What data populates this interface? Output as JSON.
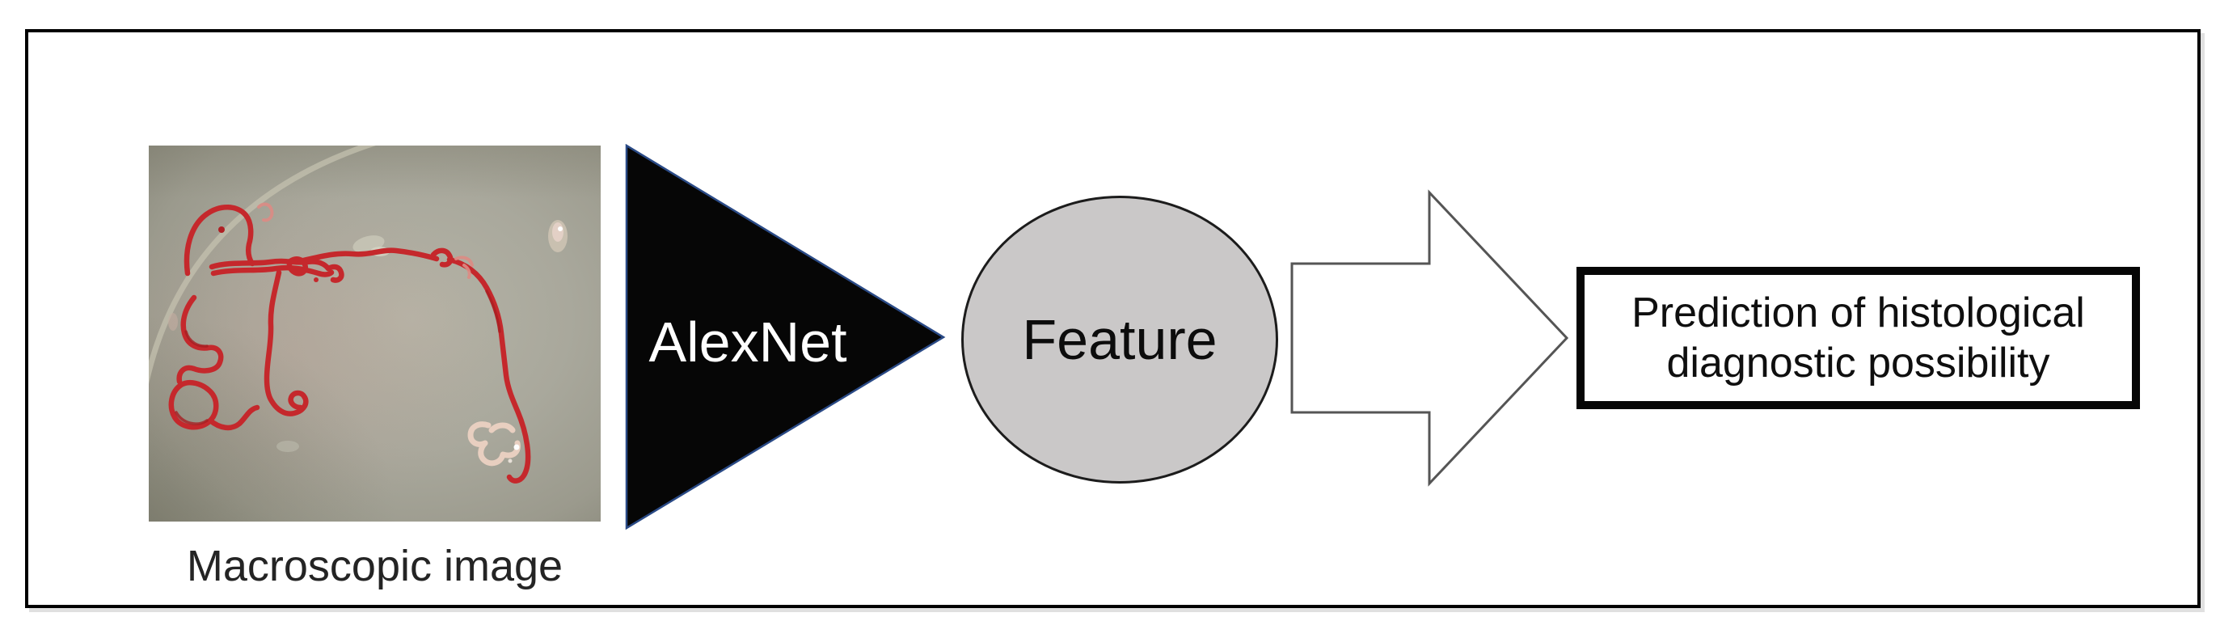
{
  "figure": {
    "caption": "Macroscopic image",
    "nodes": {
      "alexnet": "AlexNet",
      "feature": "Feature",
      "prediction_line1": "Prediction of histological",
      "prediction_line2": "diagnostic possibility"
    },
    "icons": {
      "triangle": "alexnet-triangle-shape",
      "circle": "feature-ellipse-shape",
      "arrow": "right-block-arrow"
    },
    "colors": {
      "frame_border": "#000000",
      "triangle_fill": "#060606",
      "triangle_border": "#2a4a86",
      "circle_fill": "#cac8c8",
      "circle_border": "#1c1c1c",
      "arrow_outline": "#555555",
      "box_border": "#060606",
      "specimen_red": "#c5282c",
      "dish_gray": "#a9a89c"
    }
  }
}
